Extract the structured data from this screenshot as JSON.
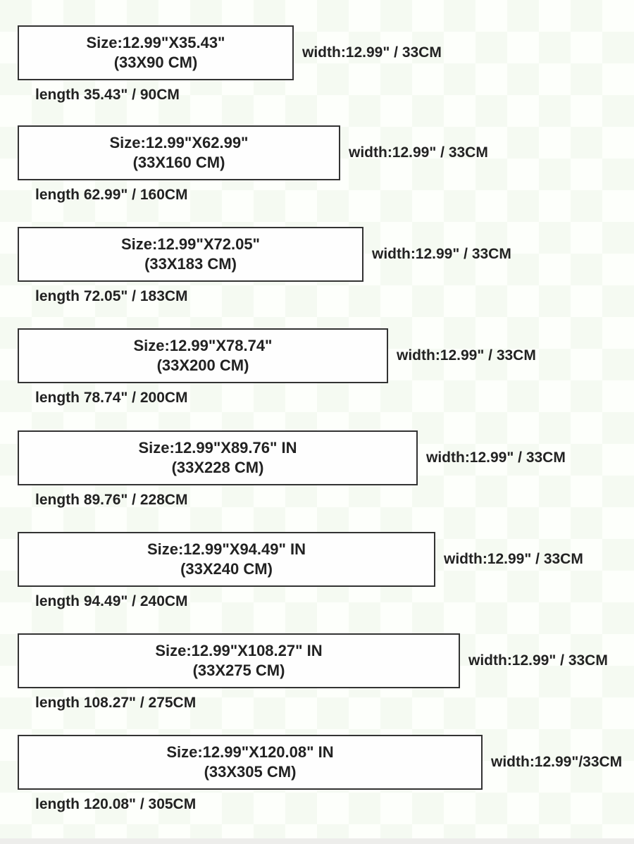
{
  "page": {
    "background_color": "#fbfef9",
    "box_border_color": "#333333",
    "text_color": "#222222"
  },
  "rows": [
    {
      "size_in": "Size:12.99\"X35.43\"",
      "size_cm": "(33X90 CM)",
      "width_label": "width:12.99\" / 33CM",
      "length_label": "length 35.43\" / 90CM"
    },
    {
      "size_in": "Size:12.99\"X62.99\"",
      "size_cm": "(33X160 CM)",
      "width_label": "width:12.99\" / 33CM",
      "length_label": "length 62.99\" / 160CM"
    },
    {
      "size_in": "Size:12.99\"X72.05\"",
      "size_cm": "(33X183 CM)",
      "width_label": "width:12.99\" / 33CM",
      "length_label": "length 72.05\" / 183CM"
    },
    {
      "size_in": "Size:12.99\"X78.74\"",
      "size_cm": "(33X200 CM)",
      "width_label": "width:12.99\" / 33CM",
      "length_label": "length 78.74\" / 200CM"
    },
    {
      "size_in": "Size:12.99\"X89.76\" IN",
      "size_cm": "(33X228 CM)",
      "width_label": "width:12.99\" / 33CM",
      "length_label": "length 89.76\" / 228CM"
    },
    {
      "size_in": "Size:12.99\"X94.49\" IN",
      "size_cm": "(33X240 CM)",
      "width_label": "width:12.99\" / 33CM",
      "length_label": "length 94.49\" / 240CM"
    },
    {
      "size_in": "Size:12.99\"X108.27\" IN",
      "size_cm": "(33X275 CM)",
      "width_label": "width:12.99\" / 33CM",
      "length_label": "length 108.27\" / 275CM"
    },
    {
      "size_in": "Size:12.99\"X120.08\" IN",
      "size_cm": "(33X305 CM)",
      "width_label": "width:12.99\"/33CM",
      "length_label": "length 120.08\" / 305CM"
    }
  ]
}
